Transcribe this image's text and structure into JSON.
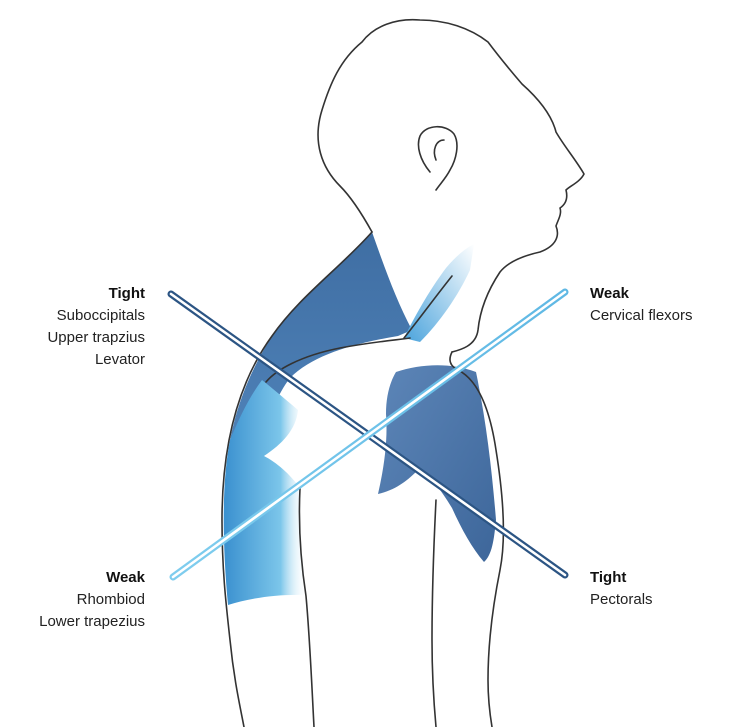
{
  "labels": {
    "upper_left": {
      "heading": "Tight",
      "lines": [
        "Suboccipitals",
        "Upper trapzius",
        "Levator"
      ]
    },
    "upper_right": {
      "heading": "Weak",
      "lines": [
        "Cervical flexors"
      ]
    },
    "lower_left": {
      "heading": "Weak",
      "lines": [
        "Rhombiod",
        "Lower trapezius"
      ]
    },
    "lower_right": {
      "heading": "Tight",
      "lines": [
        "Pectorals"
      ]
    }
  },
  "colors": {
    "tight": "#3f6ea3",
    "weak": "#7cc6ea",
    "outline": "#333333",
    "tight_line": "#2c5584",
    "weak_line": "#7fcdee"
  }
}
